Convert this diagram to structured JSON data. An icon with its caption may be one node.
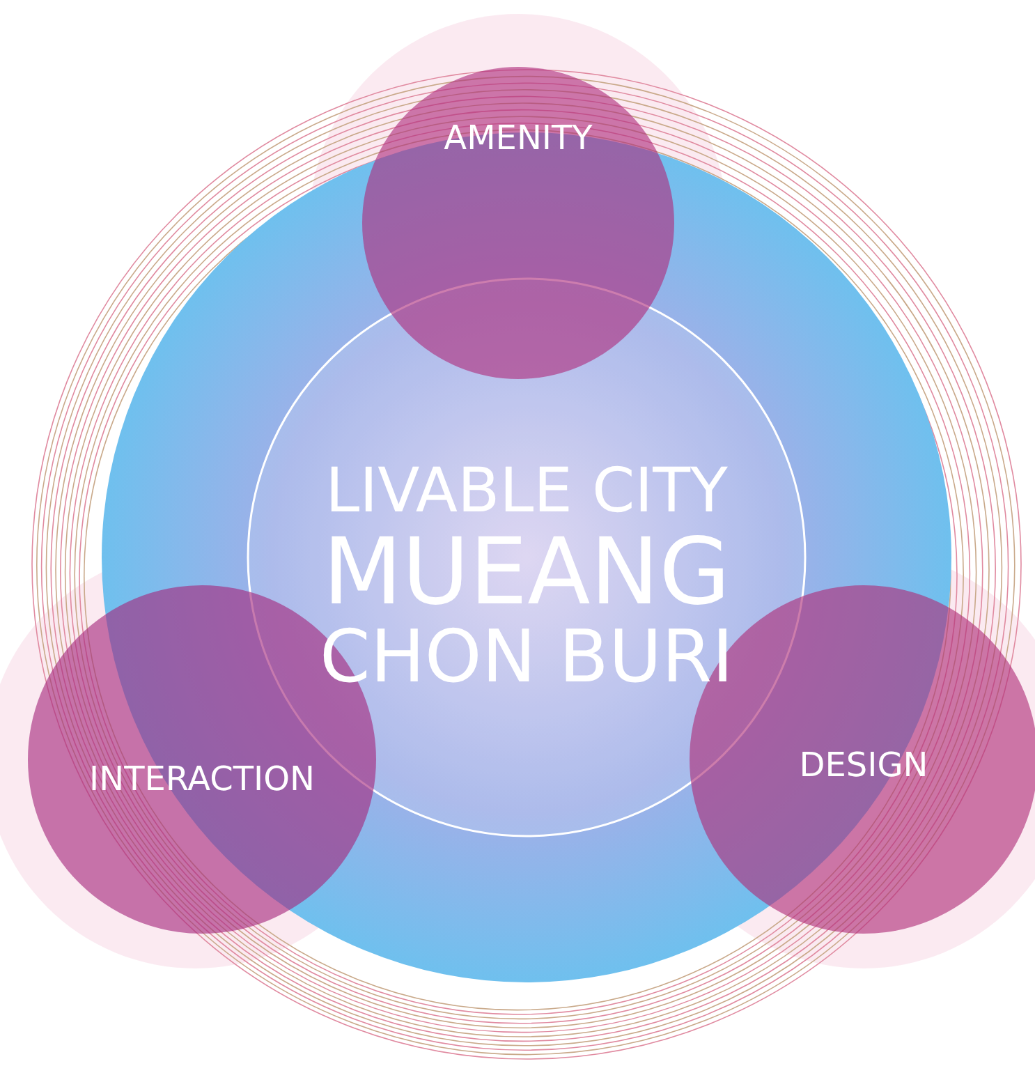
{
  "diagram": {
    "nodes": [
      {
        "text": [
          "LIVABLE CITY",
          "MUEANG",
          "CHON BURI"
        ]
      },
      {
        "text": [
          "AMENITY"
        ]
      },
      {
        "text": [
          "INTERACTION"
        ]
      },
      {
        "text": [
          "DESIGN"
        ]
      }
    ]
  }
}
